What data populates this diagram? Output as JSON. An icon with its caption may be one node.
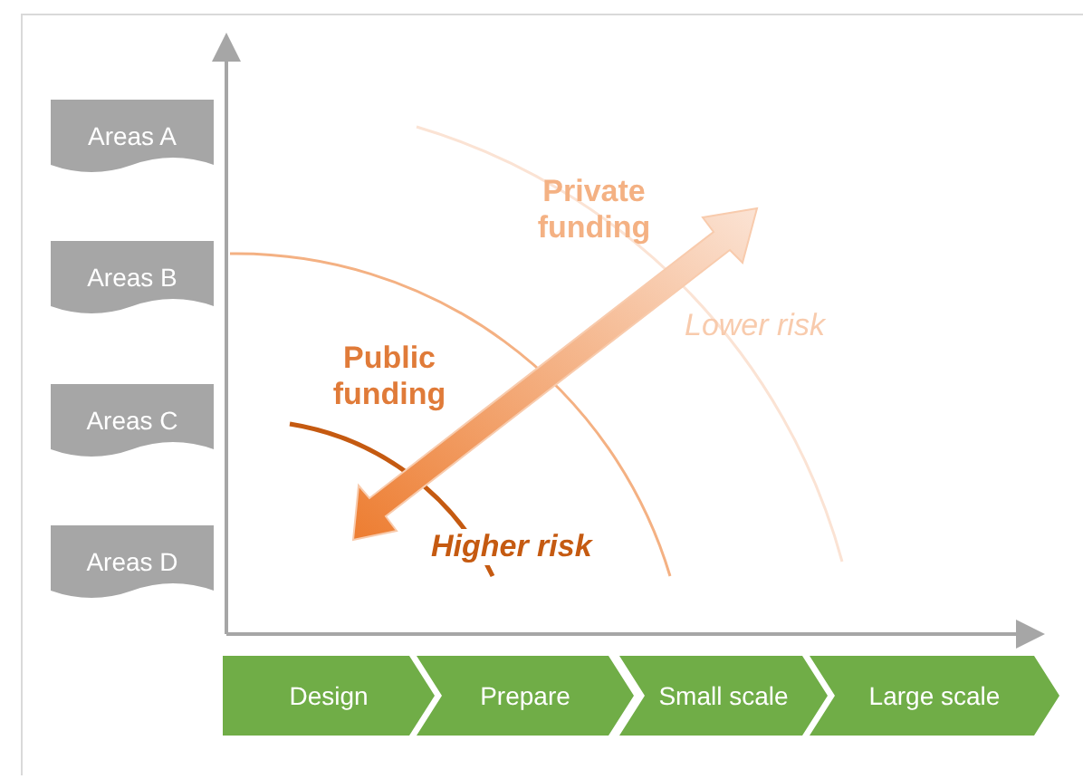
{
  "diagram": {
    "nodes": [
      {
        "text": [
          "Areas A"
        ]
      },
      {
        "text": [
          "Areas B"
        ]
      },
      {
        "text": [
          "Areas C"
        ]
      },
      {
        "text": [
          "Areas D"
        ]
      },
      {
        "text": [
          "Design"
        ]
      },
      {
        "text": [
          "Prepare"
        ]
      },
      {
        "text": [
          "Small scale"
        ]
      },
      {
        "text": [
          "Large scale"
        ]
      }
    ],
    "labels": [
      "Private funding",
      "Lower risk",
      "Public funding",
      "Higher risk"
    ]
  }
}
